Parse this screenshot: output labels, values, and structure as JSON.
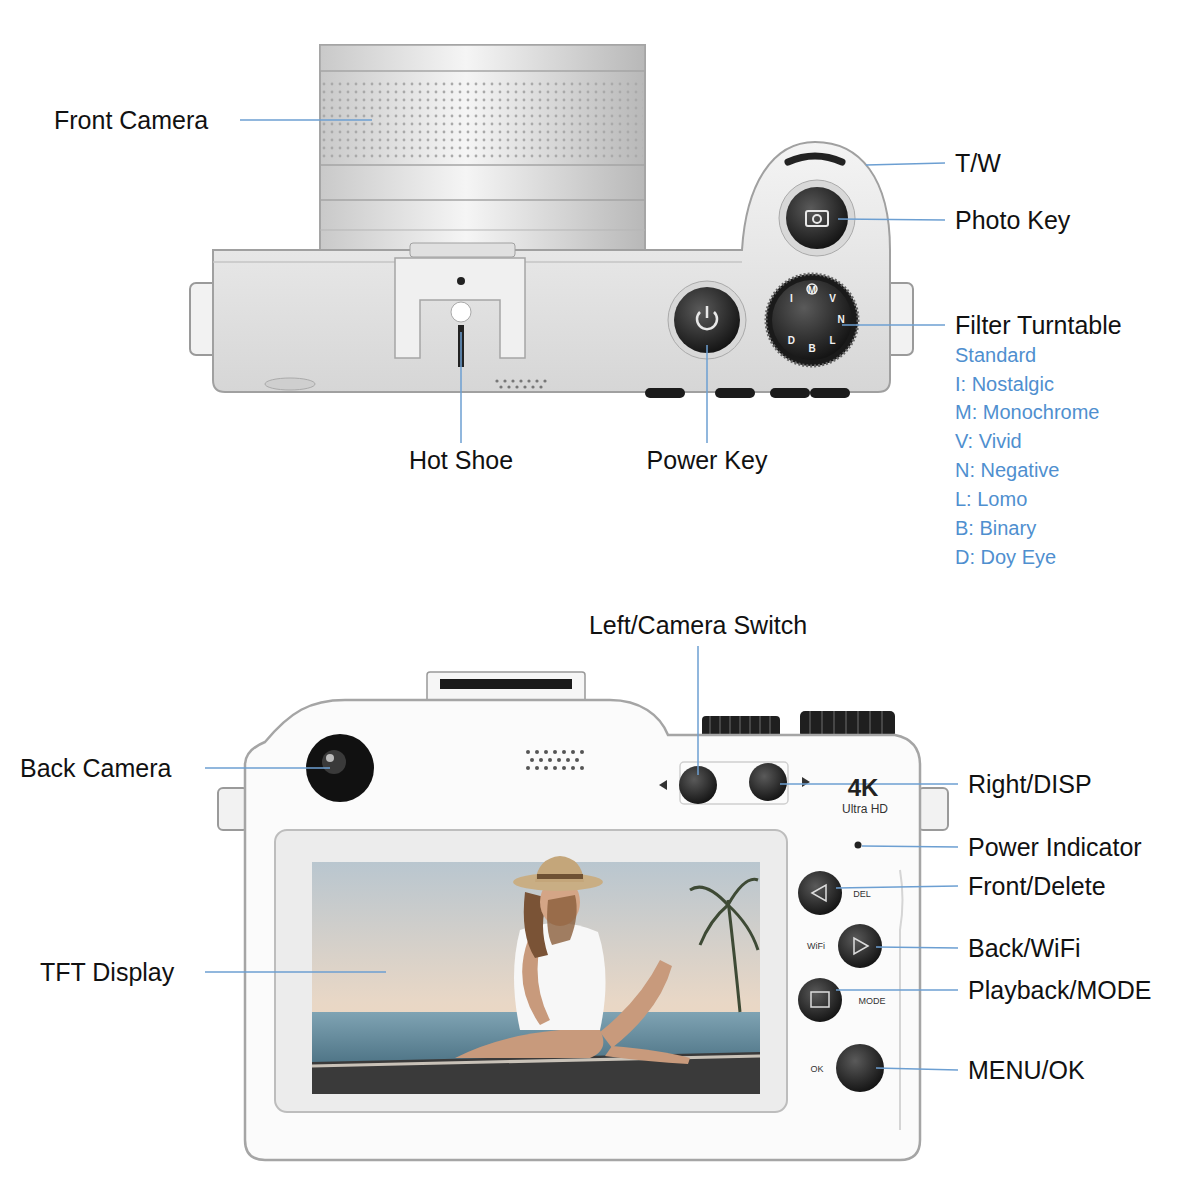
{
  "diagram": {
    "labels": [
      "Front Camera",
      "T/W",
      "Photo Key",
      "Filter Turntable",
      "Standard",
      "I: Nostalgic",
      "M: Monochrome",
      "V: Vivid",
      "N: Negative",
      "L: Lomo",
      "B: Binary",
      "D: Doy Eye",
      "Hot Shoe",
      "Power Key",
      "Left/Camera Switch",
      "Back Camera",
      "Right/DISP",
      "4K",
      "Ultra HD",
      "Power Indicator",
      "Front/Delete",
      "TFT Display",
      "Back/WiFi",
      "Playback/MODE",
      "MENU/OK",
      "DEL",
      "WiFi",
      "MODE",
      "OK",
      "I",
      "M",
      "V",
      "N",
      "L",
      "B",
      "D"
    ]
  }
}
